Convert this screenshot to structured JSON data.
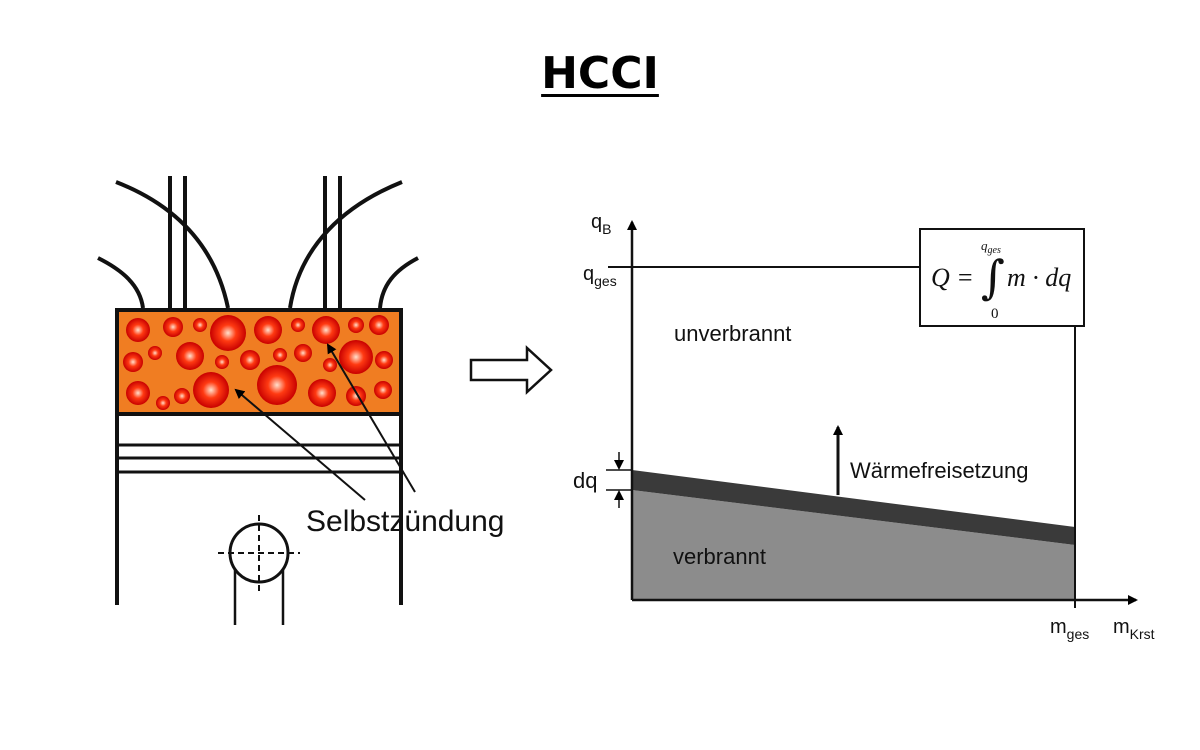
{
  "title": "HCCI",
  "engine": {
    "label": "Selbstzündung",
    "colors": {
      "charge": "#f07d22",
      "flame_core": "#ffe0cc",
      "flame_mid": "#ff3a12",
      "flame_edge": "#c80000"
    }
  },
  "chart": {
    "y_axis_label": {
      "main": "q",
      "sub": "B"
    },
    "x_axis_label": {
      "main": "m",
      "sub": "Krst"
    },
    "q_ges_label": {
      "main": "q",
      "sub": "ges"
    },
    "m_ges_label": {
      "main": "m",
      "sub": "ges"
    },
    "dq_label": "dq",
    "region_unburned": "unverbrannt",
    "region_burned": "verbrannt",
    "heat_release_label": "Wärmefreisetzung",
    "formula": {
      "lhs": "Q =",
      "upper_limit": "q",
      "upper_limit_sub": "ges",
      "lower_limit": "0",
      "integrand": "m · dq"
    },
    "colors": {
      "burned": "#8c8c8c",
      "front": "#3a3a3a"
    }
  }
}
